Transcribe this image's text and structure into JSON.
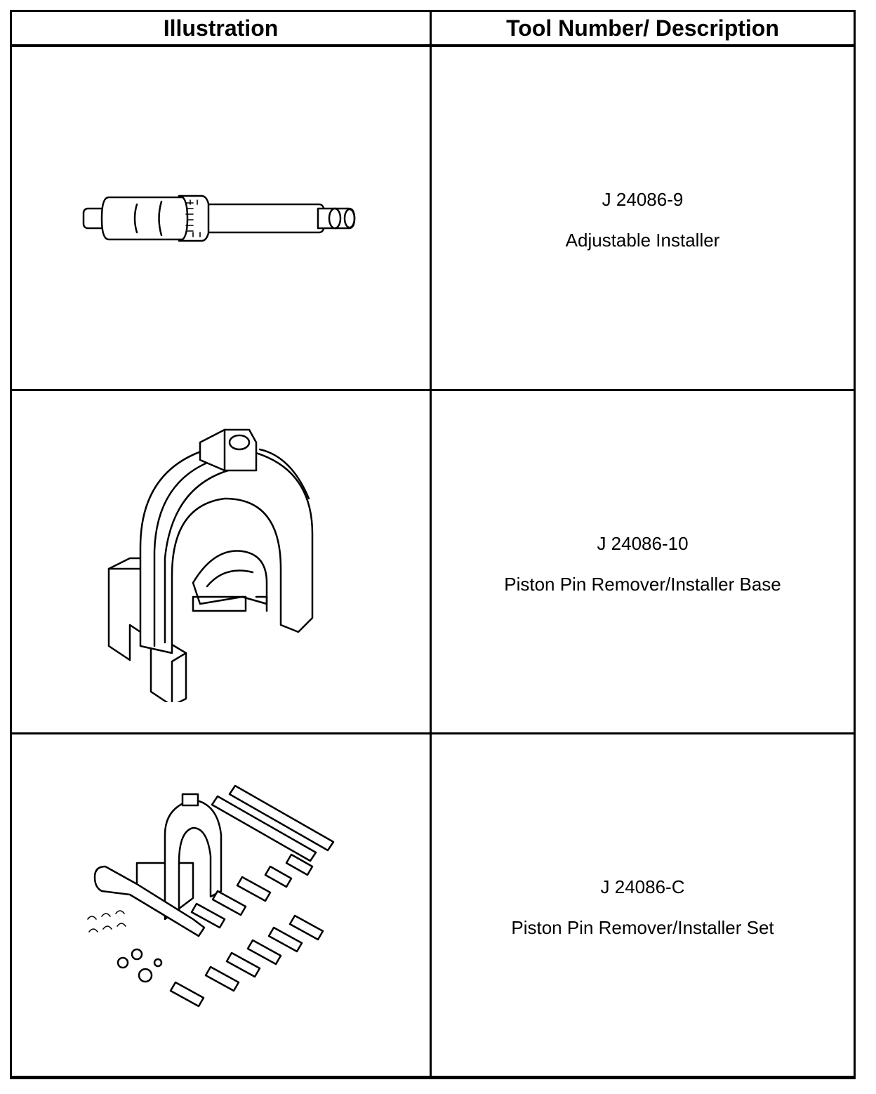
{
  "table": {
    "headers": {
      "illustration": "Illustration",
      "description": "Tool Number/ Description"
    },
    "rows": [
      {
        "tool_number": "J 24086-9",
        "description": "Adjustable Installer",
        "illustration": "adjustable-installer-drawing"
      },
      {
        "tool_number": "J 24086-10",
        "description": "Piston Pin Remover/Installer Base",
        "illustration": "remover-installer-base-drawing"
      },
      {
        "tool_number": "J 24086-C",
        "description": "Piston Pin Remover/Installer Set",
        "illustration": "remover-installer-set-drawing"
      }
    ]
  }
}
